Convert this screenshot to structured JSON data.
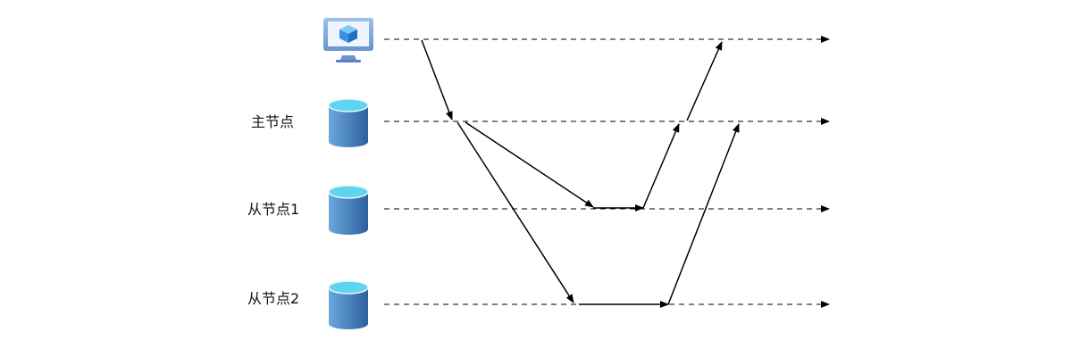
{
  "diagram": {
    "type": "sequence-timing",
    "nodes": [
      {
        "id": "client",
        "label": "",
        "icon": "monitor-icon"
      },
      {
        "id": "master",
        "label": "主节点",
        "icon": "database-icon"
      },
      {
        "id": "slave1",
        "label": "从节点1",
        "icon": "database-icon"
      },
      {
        "id": "slave2",
        "label": "从节点2",
        "icon": "database-icon"
      }
    ],
    "messages": [
      {
        "from": "client",
        "to": "master"
      },
      {
        "from": "master",
        "to": "slave1"
      },
      {
        "from": "master",
        "to": "slave2"
      },
      {
        "from": "slave1",
        "to": "slave1"
      },
      {
        "from": "slave2",
        "to": "slave2"
      },
      {
        "from": "slave1",
        "to": "master"
      },
      {
        "from": "master",
        "to": "client"
      },
      {
        "from": "slave2",
        "to": "master"
      }
    ]
  },
  "colors": {
    "line": "#000000",
    "db_top": "#5fd4ee",
    "db_body_light": "#5b9bd5",
    "db_body_dark": "#2f5f9e",
    "monitor_frame": "#7fa8e0",
    "monitor_screen": "#eaf3fd",
    "cube": "#3a8ee6"
  }
}
